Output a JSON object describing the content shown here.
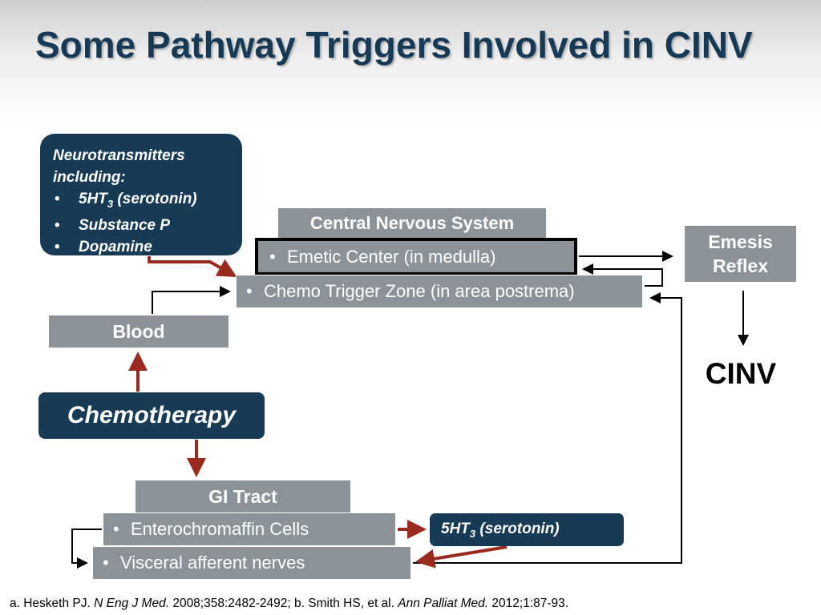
{
  "title": "Some Pathway Triggers Involved in CINV",
  "neurotransmitters": {
    "heading": "Neurotransmitters including:",
    "items": [
      {
        "main": "5HT",
        "sub": "3",
        "rest": " (serotonin)"
      },
      {
        "main": "Substance P",
        "sub": "",
        "rest": ""
      },
      {
        "main": "Dopamine",
        "sub": "",
        "rest": ""
      }
    ]
  },
  "cns": {
    "heading": "Central Nervous System",
    "emetic_center": "Emetic Center (in medulla)",
    "chemo_trigger_zone": "Chemo Trigger Zone (in area postrema)"
  },
  "emesis_reflex": {
    "line1": "Emesis",
    "line2": "Reflex"
  },
  "cinv": "CINV",
  "blood": "Blood",
  "chemotherapy": "Chemotherapy",
  "gi": {
    "heading": "GI Tract",
    "enterochromaffin": "Enterochromaffin Cells",
    "visceral": "Visceral afferent nerves"
  },
  "serotonin_box": {
    "main": "5HT",
    "sub": "3",
    "rest": " (serotonin)"
  },
  "bullet": "•",
  "citation": {
    "a_prefix": "a. Hesketh PJ. ",
    "a_journal": "N Eng J Med.",
    "a_rest": " 2008;358:2482-2492; b. Smith HS, et al. ",
    "b_journal": "Ann Palliat Med.",
    "b_rest": " 2012;1:87-93."
  },
  "colors": {
    "navy": "#173a55",
    "gray_box": "#8b9399",
    "arrow_red": "#9b2a1e",
    "arrow_black": "#000000",
    "title": "#163a56"
  }
}
